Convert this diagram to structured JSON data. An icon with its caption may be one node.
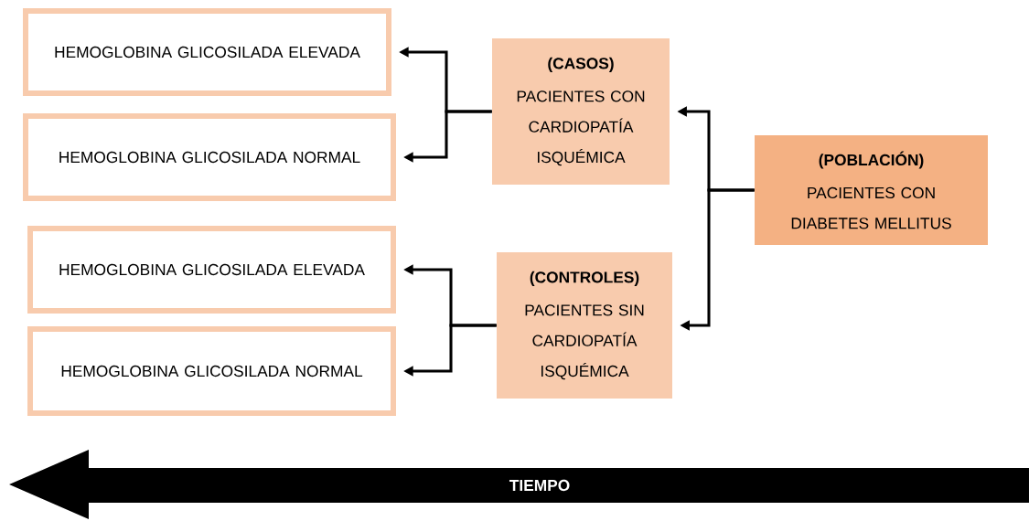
{
  "diagram": {
    "nodes": [
      {
        "text": [
          "HEMOGLOBINA GLICOSILADA ELEVADA"
        ]
      },
      {
        "text": [
          "HEMOGLOBINA GLICOSILADA NORMAL"
        ]
      },
      {
        "text": [
          "(CASOS)",
          "PACIENTES CON CARDIOPATÍA ISQUÉMICA"
        ]
      },
      {
        "text": [
          "(POBLACIÓN)",
          "PACIENTES CON DIABETES MELLITUS"
        ]
      },
      {
        "text": [
          "HEMOGLOBINA GLICOSILADA ELEVADA"
        ]
      },
      {
        "text": [
          "HEMOGLOBINA GLICOSILADA NORMAL"
        ]
      },
      {
        "text": [
          "(CONTROLES)",
          "PACIENTES SIN CARDIOPATÍA ISQUÉMICA"
        ]
      }
    ],
    "edges": [
      {
        "from": 3,
        "to": 2,
        "arrow": "to"
      },
      {
        "from": 3,
        "to": 6,
        "arrow": "to"
      },
      {
        "from": 2,
        "to": 0,
        "arrow": "to"
      },
      {
        "from": 2,
        "to": 1,
        "arrow": "to"
      },
      {
        "from": 6,
        "to": 4,
        "arrow": "to"
      },
      {
        "from": 6,
        "to": 5,
        "arrow": "to"
      }
    ],
    "labels": [
      "TIEMPO"
    ]
  }
}
